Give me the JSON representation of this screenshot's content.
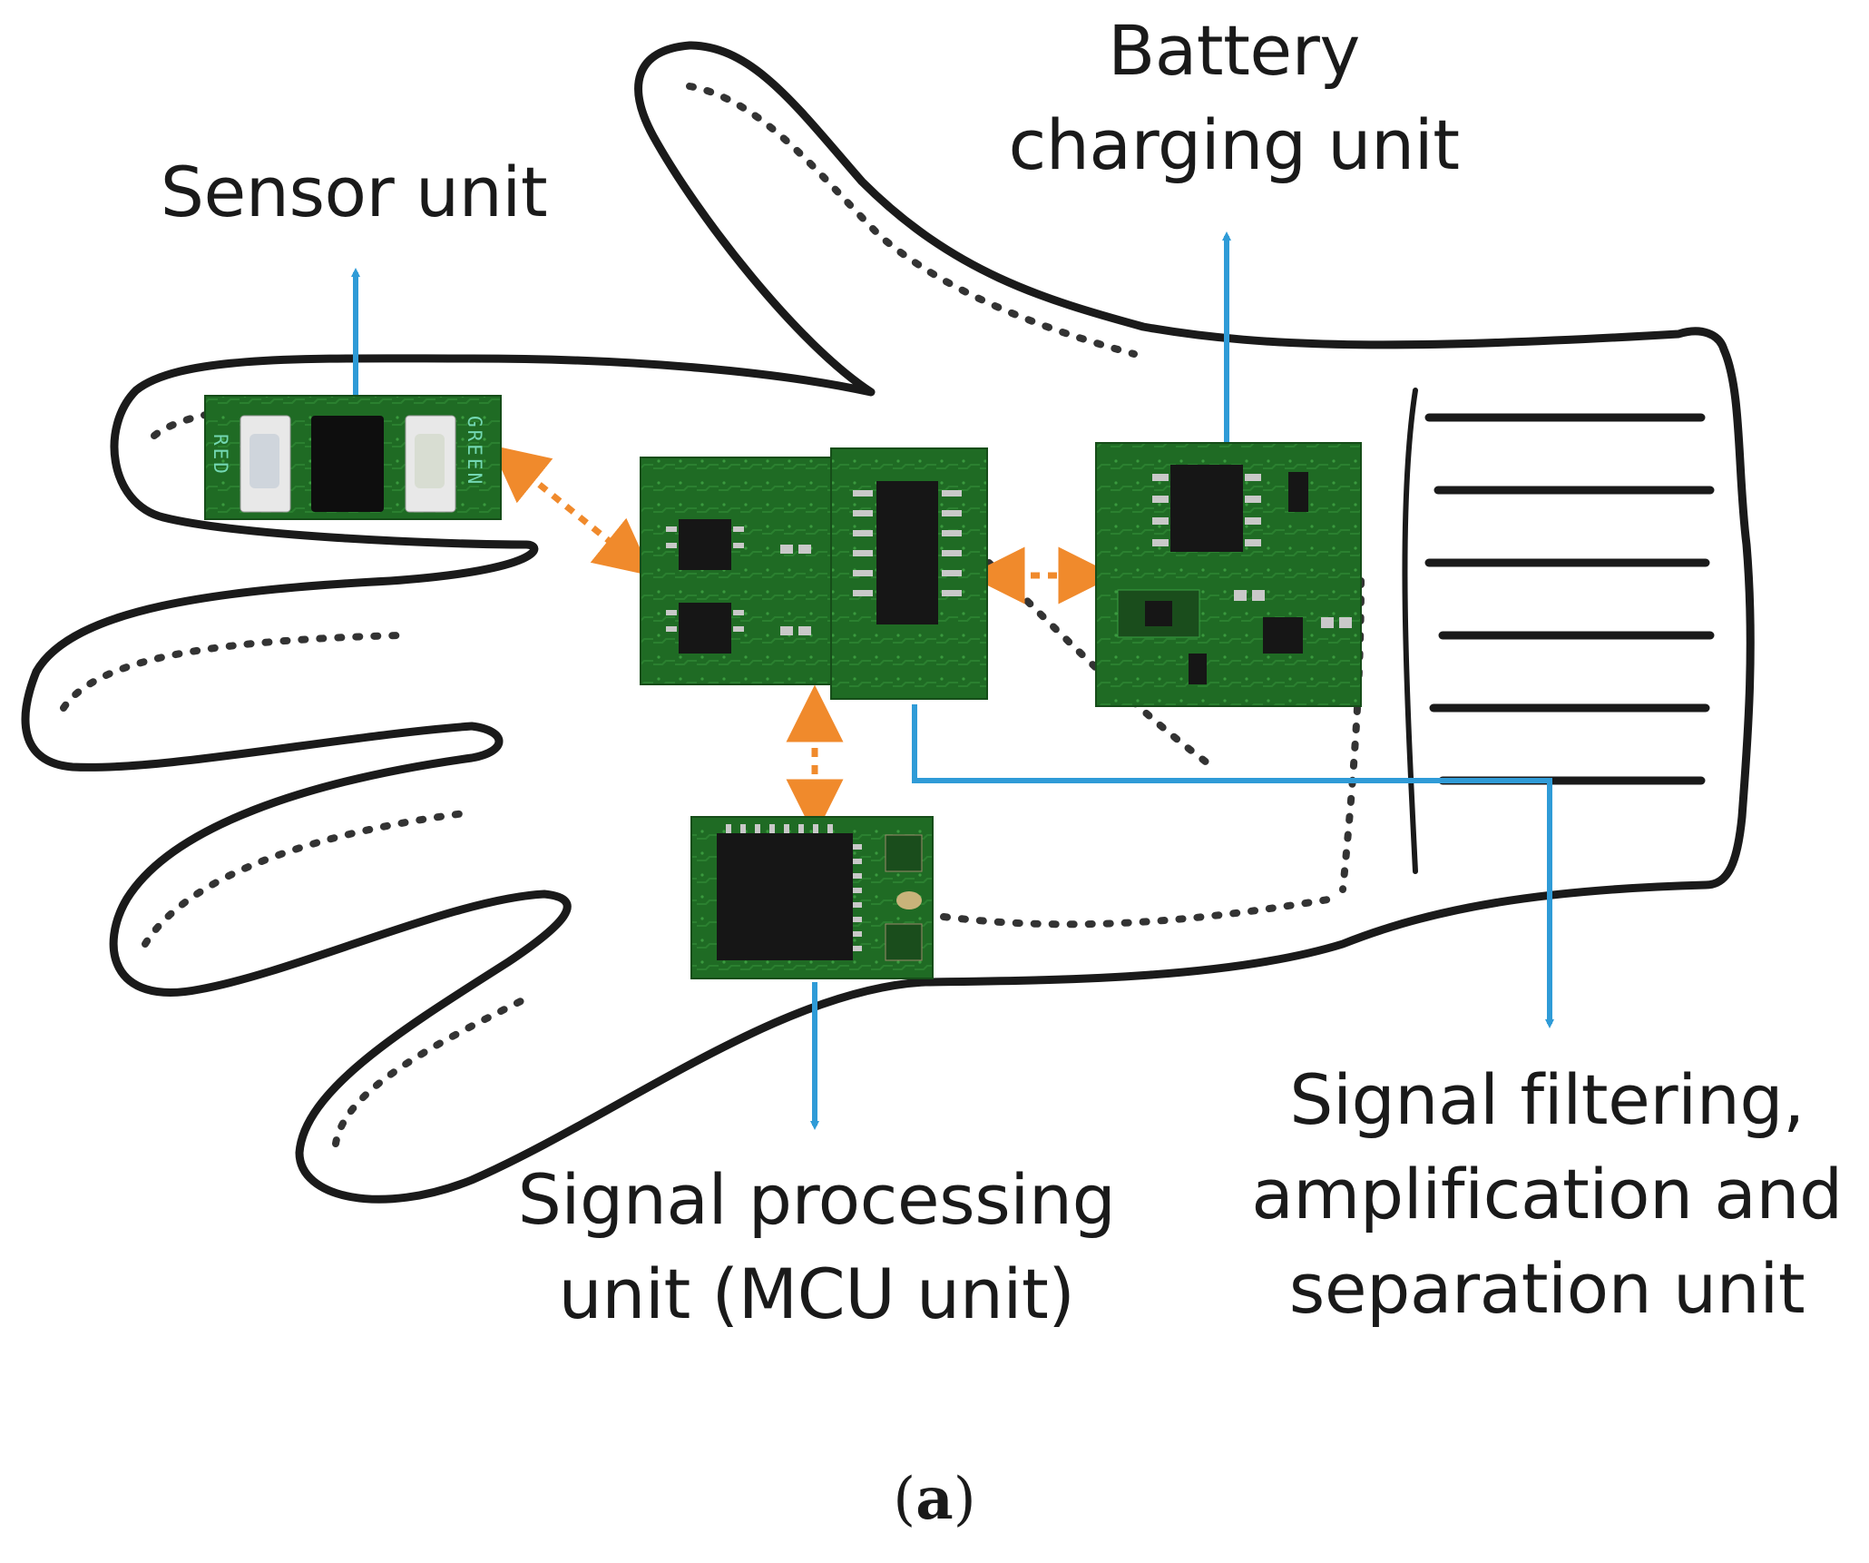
{
  "labels": {
    "sensor": "Sensor unit",
    "battery": [
      "Battery",
      "charging unit"
    ],
    "processing": [
      "Signal processing",
      "unit (MCU unit)"
    ],
    "filtering": [
      "Signal filtering,",
      "amplification and",
      "separation unit"
    ]
  },
  "silkscreen": {
    "left": "RED",
    "right": "GREEN"
  },
  "caption": {
    "open": "(",
    "letter": "a",
    "close": ")"
  },
  "colors": {
    "pcb": "#1f6b24",
    "pcb_light": "#2e8a32",
    "chip": "#161616",
    "blue_arrow": "#2f9bd7",
    "orange_arrow": "#f08a2c",
    "glove_outline": "#1a1a1a"
  }
}
